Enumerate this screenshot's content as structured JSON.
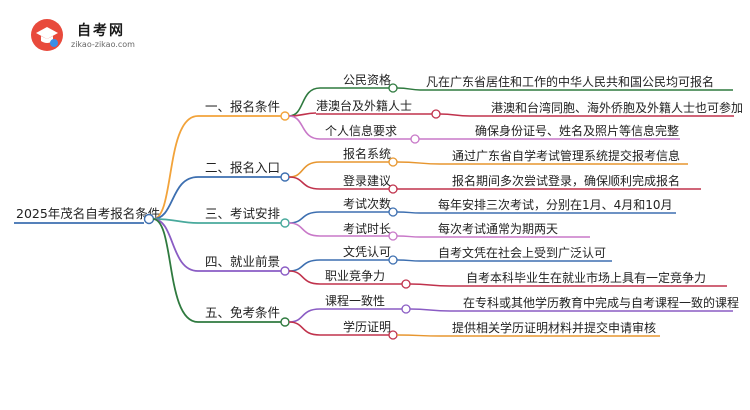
{
  "logo": {
    "title": "自考网",
    "url": "zikao-zikao.com"
  },
  "root": "2025年茂名自考报名条件",
  "colors": {
    "c1": "#f2a33a",
    "c2": "#3d6fb0",
    "c3": "#48a99c",
    "c4": "#8a5cc4",
    "c5": "#2f7a3f",
    "c6": "#c0324c",
    "c7": "#e7962f",
    "c8": "#c878c8"
  },
  "branches": [
    {
      "label": "一、报名条件",
      "items": [
        {
          "label": "公民资格",
          "desc": "凡在广东省居住和工作的中华人民共和国公民均可报名"
        },
        {
          "label": "港澳台及外籍人士",
          "desc": "港澳和台湾同胞、海外侨胞及外籍人士也可参加"
        },
        {
          "label": "个人信息要求",
          "desc": "确保身份证号、姓名及照片等信息完整"
        }
      ]
    },
    {
      "label": "二、报名入口",
      "items": [
        {
          "label": "报名系统",
          "desc": "通过广东省自学考试管理系统提交报考信息"
        },
        {
          "label": "登录建议",
          "desc": "报名期间多次尝试登录，确保顺利完成报名"
        }
      ]
    },
    {
      "label": "三、考试安排",
      "items": [
        {
          "label": "考试次数",
          "desc": "每年安排三次考试，分别在1月、4月和10月"
        },
        {
          "label": "考试时长",
          "desc": "每次考试通常为期两天"
        }
      ]
    },
    {
      "label": "四、就业前景",
      "items": [
        {
          "label": "文凭认可",
          "desc": "自考文凭在社会上受到广泛认可"
        },
        {
          "label": "职业竞争力",
          "desc": "自考本科毕业生在就业市场上具有一定竞争力"
        }
      ]
    },
    {
      "label": "五、免考条件",
      "items": [
        {
          "label": "课程一致性",
          "desc": "在专科或其他学历教育中完成与自考课程一致的课程"
        },
        {
          "label": "学历证明",
          "desc": "提供相关学历证明材料并提交申请审核"
        }
      ]
    }
  ]
}
